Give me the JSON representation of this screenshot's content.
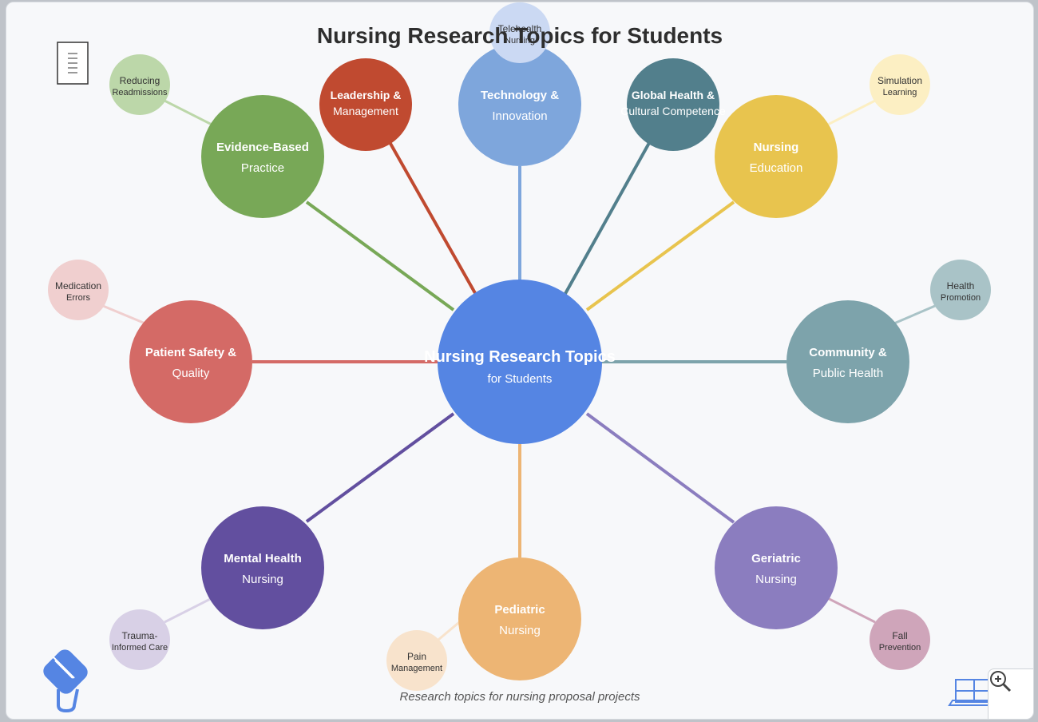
{
  "title": "Nursing Research Topics for Students",
  "caption": "Research topics for nursing proposal projects",
  "hub": {
    "line1": "Nursing Research Topics",
    "line2": "for Students",
    "color": "#5585e3"
  },
  "topics": [
    {
      "id": "ebp",
      "line1": "Evidence-Based",
      "line2": "Practice",
      "color": "#78a857",
      "sub": {
        "line1": "Reducing",
        "line2": "Readmissions",
        "color": "#bcd7a9"
      }
    },
    {
      "id": "leadership",
      "line1": "Leadership &",
      "line2": "Management",
      "color": "#c04a30"
    },
    {
      "id": "technology",
      "line1": "Technology &",
      "line2": "Innovation",
      "color": "#7ea6dc",
      "sub": {
        "line1": "Telehealth",
        "line2": "Nursing",
        "color": "#cbd9f3"
      }
    },
    {
      "id": "global",
      "line1": "Global Health &",
      "line2": "Cultural Competence",
      "color": "#527f8c"
    },
    {
      "id": "education",
      "line1": "Nursing",
      "line2": "Education",
      "color": "#e8c44e",
      "sub": {
        "line1": "Simulation",
        "line2": "Learning",
        "color": "#fcefc3"
      }
    },
    {
      "id": "community",
      "line1": "Community &",
      "line2": "Public Health",
      "color": "#7da3ab",
      "sub": {
        "line1": "Health",
        "line2": "Promotion",
        "color": "#a9c3c7"
      }
    },
    {
      "id": "geriatric",
      "line1": "Geriatric",
      "line2": "Nursing",
      "color": "#8b7dbf",
      "sub": {
        "line1": "Fall",
        "line2": "Prevention",
        "color": "#cfa5ba"
      }
    },
    {
      "id": "pediatric",
      "line1": "Pediatric",
      "line2": "Nursing",
      "color": "#edb574",
      "sub": {
        "line1": "Pain",
        "line2": "Management",
        "color": "#f8e3cc"
      }
    },
    {
      "id": "mental",
      "line1": "Mental Health",
      "line2": "Nursing",
      "color": "#624f9f",
      "sub": {
        "line1": "Trauma-",
        "line2": "Informed Care",
        "color": "#d8d0e6"
      }
    },
    {
      "id": "safety",
      "line1": "Patient Safety &",
      "line2": "Quality",
      "color": "#d46a66",
      "sub": {
        "line1": "Medication",
        "line2": "Errors",
        "color": "#f0cfcf"
      }
    }
  ]
}
